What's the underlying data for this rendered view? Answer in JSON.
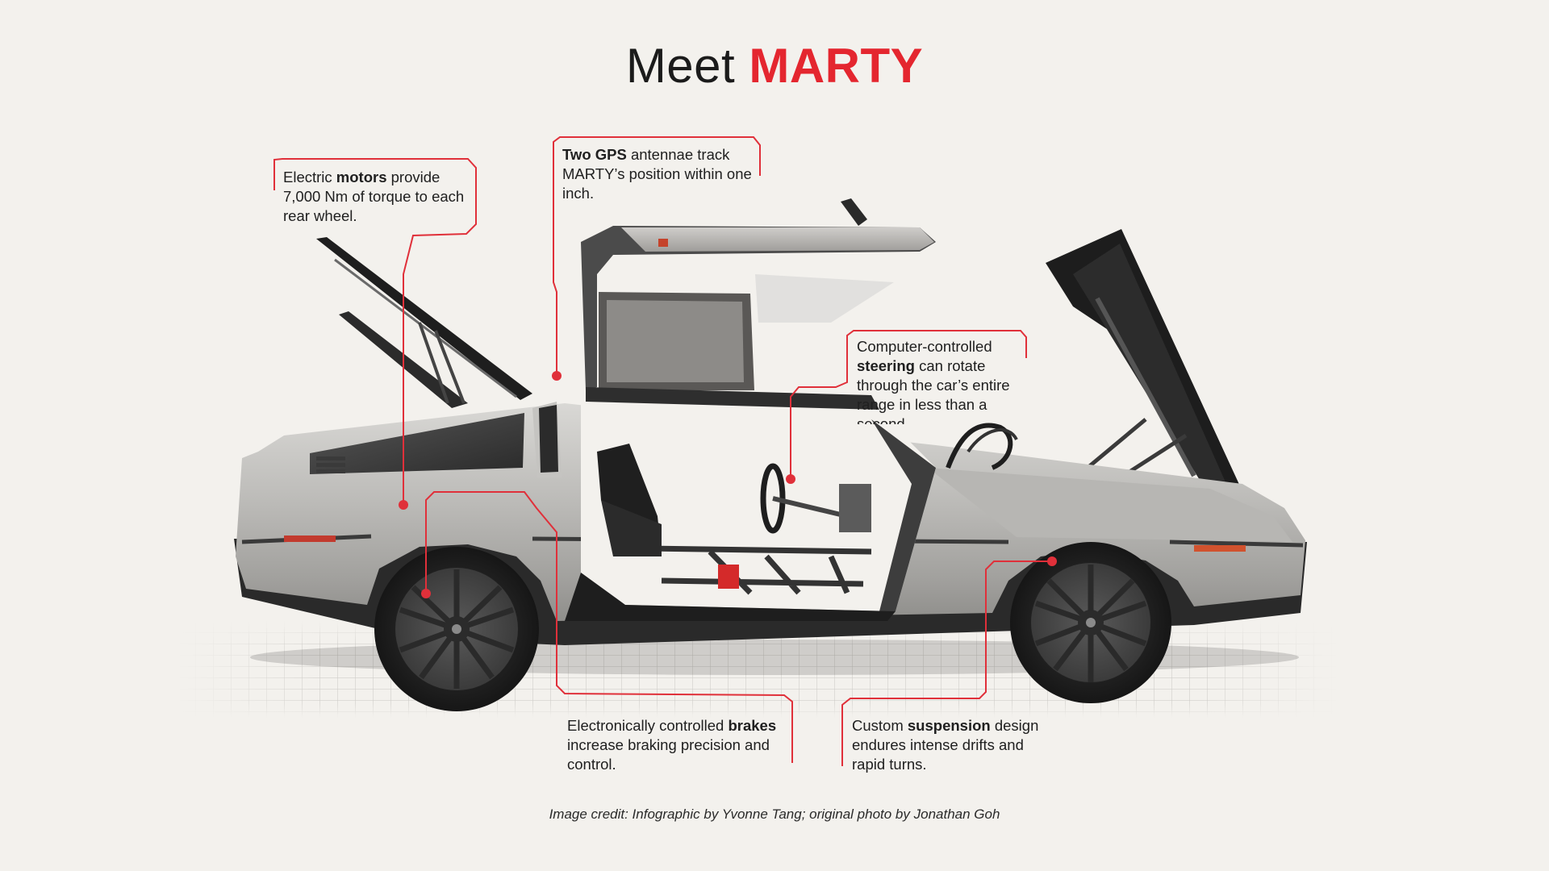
{
  "title": {
    "prefix": "Meet",
    "highlight": "MARTY"
  },
  "colors": {
    "background": "#f3f1ed",
    "accent_red": "#e4262f",
    "text": "#1b1b1b",
    "callout_line": "#e0303a"
  },
  "callouts": {
    "motors": {
      "pre": "Electric ",
      "bold": "motors",
      "post": " provide 7,000 Nm of torque to each rear wheel."
    },
    "gps": {
      "pre": "",
      "bold": "Two GPS",
      "post": " antennae track MARTY’s position within one inch."
    },
    "steering": {
      "pre": "Computer-controlled ",
      "bold": "steering",
      "post": " can rotate through the car’s entire range in less than a second."
    },
    "brakes": {
      "pre": "Electronically controlled ",
      "bold": "brakes",
      "post": " increase braking precision and control."
    },
    "suspension": {
      "pre": "Custom ",
      "bold": "suspension",
      "post": " design endures intense drifts and rapid turns."
    }
  },
  "credit": "Image credit: Infographic by Yvonne Tang; original photo by Jonathan Goh",
  "icons": {
    "car": "car-illustration-icon",
    "grid": "floor-grid-icon"
  }
}
